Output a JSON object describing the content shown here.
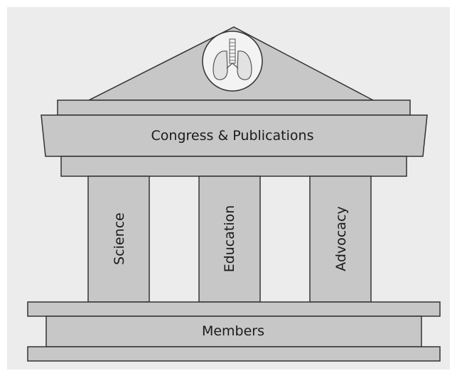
{
  "diagram": {
    "roof_label": "Congress & Publications",
    "pillars": [
      {
        "label": "Science"
      },
      {
        "label": "Education"
      },
      {
        "label": "Advocacy"
      }
    ],
    "base_label": "Members",
    "emblem_icon": "lungs-icon"
  },
  "colors": {
    "background": "#ececec",
    "structure_fill": "#c7c7c7",
    "outline": "#333333",
    "emblem_fill": "#f3f3f3",
    "text": "#1a1a1a"
  }
}
